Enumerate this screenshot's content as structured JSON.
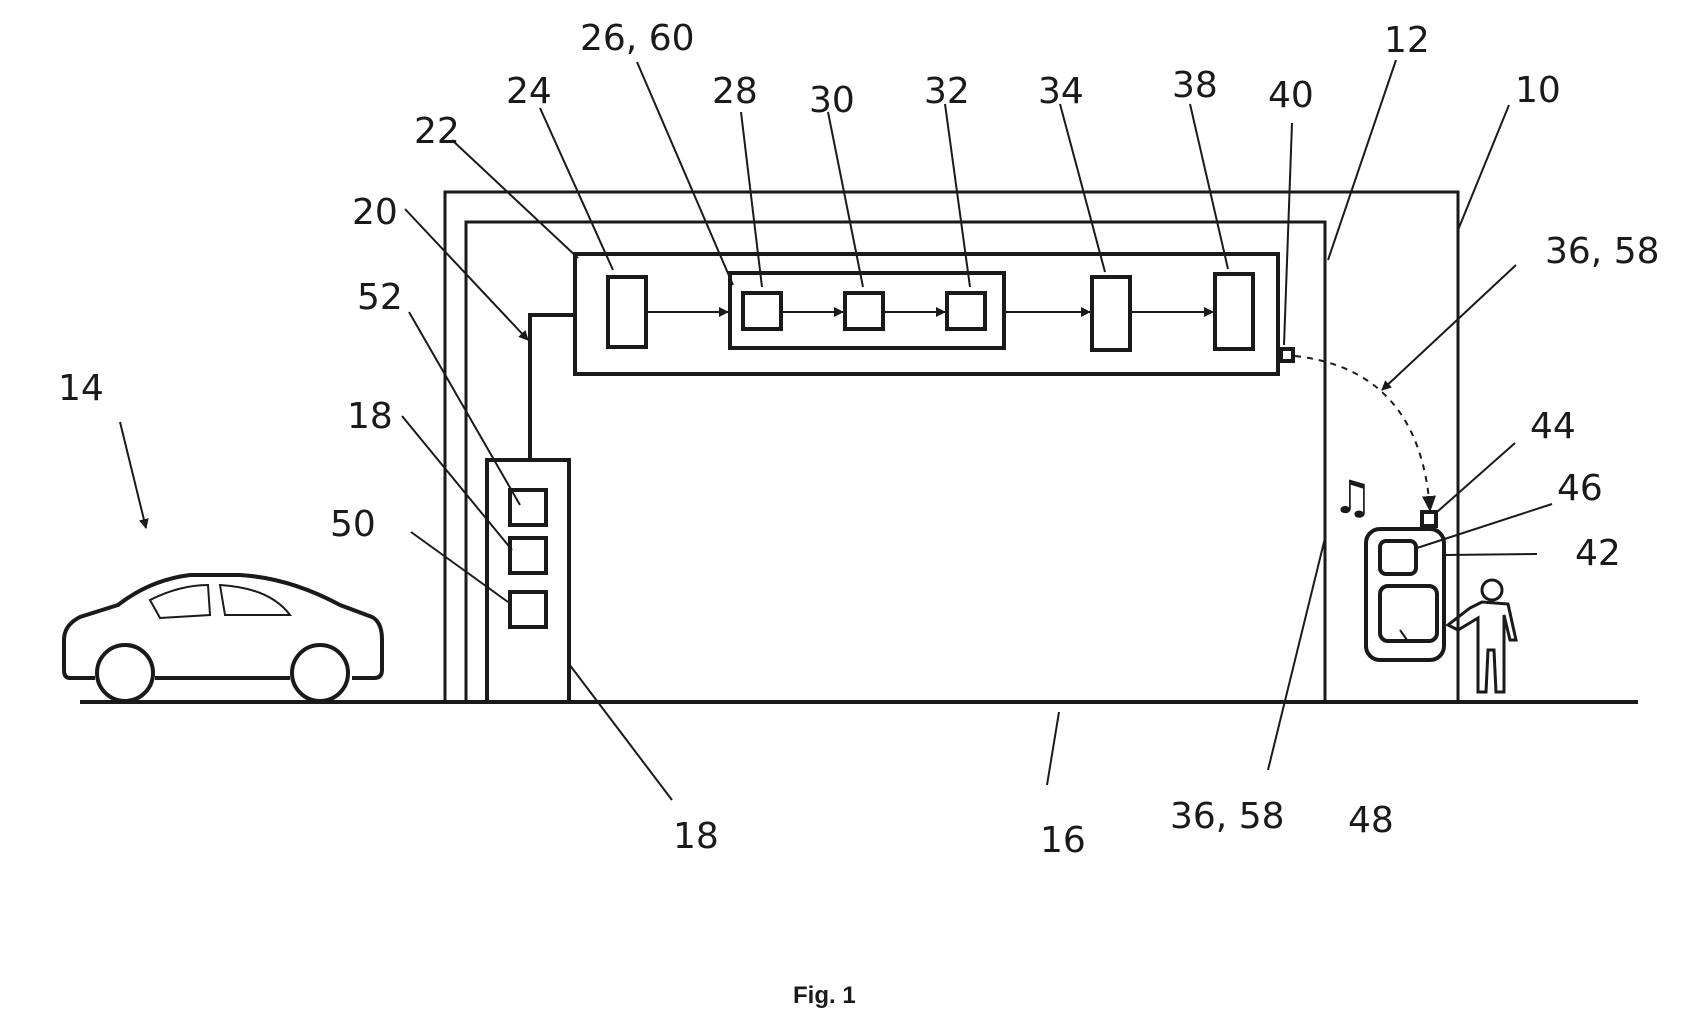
{
  "figure": {
    "caption": "Fig. 1",
    "labels": {
      "l10": "10",
      "l12": "12",
      "l14": "14",
      "l16": "16",
      "l18a": "18",
      "l18b": "18",
      "l20": "20",
      "l22": "22",
      "l24": "24",
      "l26": "26, 60",
      "l28": "28",
      "l30": "30",
      "l32": "32",
      "l34": "34",
      "l36a": "36, 58",
      "l36b": "36, 58",
      "l38": "38",
      "l40": "40",
      "l42": "42",
      "l44": "44",
      "l46": "46",
      "l48": "48",
      "l50": "50",
      "l52": "52"
    }
  },
  "icons": {
    "music_note": "♫"
  }
}
